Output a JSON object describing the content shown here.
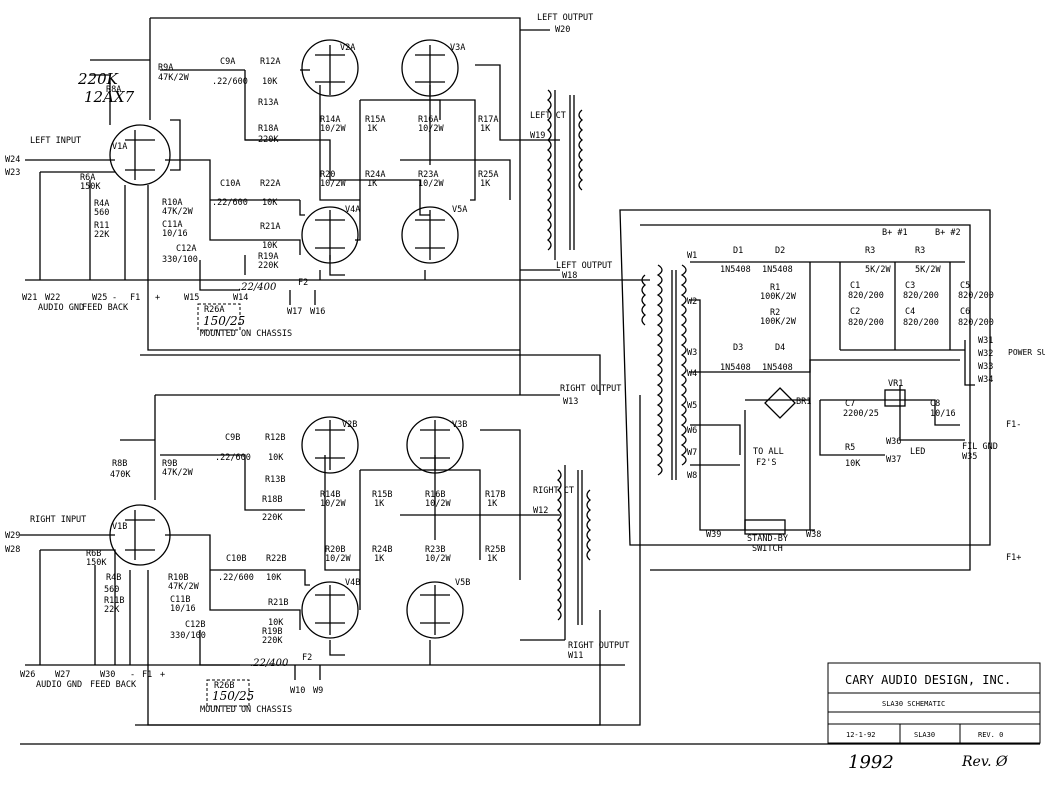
{
  "title_block": {
    "company": "CARY AUDIO DESIGN, INC.",
    "drawing_title": "SLA30 SCHEMATIC",
    "date": "12-1-92",
    "model": "SLA30",
    "revision": "REV. 0"
  },
  "handwritten": {
    "year": "1992",
    "rev_note": "Rev. Ø",
    "r8a_value": "220K",
    "tube_type": "12AX7",
    "c_left": ".22/400",
    "r_left": "150/25",
    "c_right": ".22/400",
    "r_right": "150/25"
  },
  "left_channel": {
    "input": "LEFT INPUT",
    "output_top": "LEFT OUTPUT",
    "output_bottom": "LEFT OUTPUT",
    "ct": "LEFT CT",
    "gnd": "AUDIO GND",
    "feedback": "FEED BACK",
    "mounted": "MOUNTED ON CHASSIS",
    "tubes": [
      "V1A",
      "V2A",
      "V3A",
      "V4A",
      "V5A"
    ],
    "parts": {
      "r8a": "R8A",
      "r9a": "R9A",
      "r9a_val": "47K/2W",
      "c9a": "C9A",
      "c9a_val": ".22/600",
      "r12a": "R12A",
      "r12a_val": "10K",
      "r13a": "R13A",
      "r18a": "R18A",
      "r18a_val": "220K",
      "r14a": "R14A",
      "r14a_val": "10/2W",
      "r15a": "R15A",
      "r15a_val": "1K",
      "r16a": "R16A",
      "r16a_val": "10/2W",
      "r17a": "R17A",
      "r17a_val": "1K",
      "r20": "R20",
      "r20_val": "10/2W",
      "r24a": "R24A",
      "r24a_val": "1K",
      "r23a": "R23A",
      "r23a_val": "10/2W",
      "r25a": "R25A",
      "r25a_val": "1K",
      "r6a": "R6A",
      "r6a_val": "150K",
      "r4a": "R4A",
      "r4a_val": "560",
      "r11": "R11",
      "r11_val": "22K",
      "r10a": "R10A",
      "r10a_val": "47K/2W",
      "c11a": "C11A",
      "c11a_val": "10/16",
      "c10a": "C10A",
      "c10a_val": ".22/600",
      "r22a": "R22A",
      "r22a_val": "10K",
      "r21a": "R21A",
      "r21a_val": "10K",
      "r19a": "R19A",
      "r19a_val": "220K",
      "c12a": "C12A",
      "c12a_val": "330/100",
      "r26a": "R26A"
    },
    "terminals": [
      "W24",
      "W23",
      "W21",
      "W22",
      "W25",
      "W15",
      "W14",
      "W17",
      "W16",
      "W20",
      "W19",
      "W18"
    ]
  },
  "right_channel": {
    "input": "RIGHT INPUT",
    "output_top": "RIGHT OUTPUT",
    "output_bottom": "RIGHT OUTPUT",
    "ct": "RIGHT CT",
    "gnd": "AUDIO GND",
    "feedback": "FEED BACK",
    "mounted": "MOUNTED ON CHASSIS",
    "tubes": [
      "V1B",
      "V2B",
      "V3B",
      "V4B",
      "V5B"
    ],
    "parts": {
      "r8b": "R8B",
      "r8b_val": "470K",
      "r9b": "R9B",
      "r9b_val": "47K/2W",
      "c9b": "C9B",
      "c9b_val": ".22/600",
      "r12b": "R12B",
      "r12b_val": "10K",
      "r13b": "R13B",
      "r18b": "R18B",
      "r18b_val": "220K",
      "r14b": "R14B",
      "r14b_val": "10/2W",
      "r15b": "R15B",
      "r15b_val": "1K",
      "r16b": "R16B",
      "r16b_val": "10/2W",
      "r17b": "R17B",
      "r17b_val": "1K",
      "r20b": "R20B",
      "r20b_val": "10/2W",
      "r24b": "R24B",
      "r24b_val": "1K",
      "r23b": "R23B",
      "r23b_val": "10/2W",
      "r25b": "R25B",
      "r25b_val": "1K",
      "r6b": "R6B",
      "r6b_val": "150K",
      "r4b": "R4B",
      "r4b_val": "560",
      "r11b": "R11B",
      "r11b_val": "22K",
      "r10b": "R10B",
      "r10b_val": "47K/2W",
      "c11b": "C11B",
      "c11b_val": "10/16",
      "c10b": "C10B",
      "c10b_val": ".22/600",
      "r22b": "R22B",
      "r22b_val": "10K",
      "r21b": "R21B",
      "r21b_val": "10K",
      "r19b": "R19B",
      "r19b_val": "220K",
      "c12b": "C12B",
      "c12b_val": "330/100",
      "r26b": "R26B"
    },
    "terminals": [
      "W29",
      "W28",
      "W26",
      "W27",
      "W30",
      "W10",
      "W9",
      "W13",
      "W12",
      "W11"
    ]
  },
  "power_supply": {
    "d1": "D1",
    "d2": "D2",
    "d3": "D3",
    "d4": "D4",
    "diode_type": "1N5408",
    "r1": "R1",
    "r1_val": "100K/2W",
    "r2": "R2",
    "r2_val": "100K/2W",
    "r3": "R3",
    "r3_val": "5K/2W",
    "c_val": "820/200",
    "caps": [
      "C1",
      "C2",
      "C3",
      "C4",
      "C5",
      "C6"
    ],
    "bplus1": "B+ #1",
    "bplus2": "B+ #2",
    "br1": "BR1",
    "vr1": "VR1",
    "c7": "C7",
    "c7_val": "2200/25",
    "c8": "C8",
    "c8_val": "10/16",
    "r5": "R5",
    "r5_val": "10K",
    "led": "LED",
    "to_all": "TO ALL",
    "f2s": "F2'S",
    "standby": "STAND-BY",
    "switch": "SWITCH",
    "ps_gnd": "POWER SUPPLY GND",
    "fil_gnd": "FIL GND",
    "f1minus": "F1-",
    "f1plus": "F1+",
    "terminals": [
      "W1",
      "W2",
      "W3",
      "W4",
      "W5",
      "W6",
      "W7",
      "W8",
      "W31",
      "W32",
      "W33",
      "W34",
      "W35",
      "W36",
      "W37",
      "W38",
      "W39"
    ]
  },
  "markers": {
    "f1": "F1",
    "f2": "F2",
    "minus": "-",
    "plus": "+"
  }
}
